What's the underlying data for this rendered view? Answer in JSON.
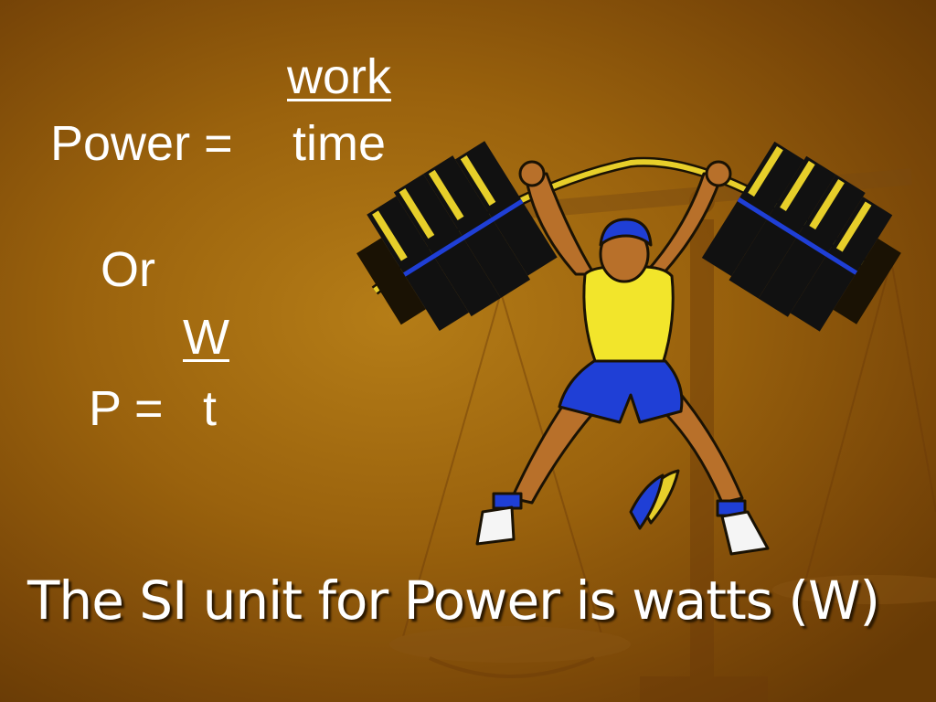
{
  "slide": {
    "formula_1": {
      "numerator": "work",
      "left": "Power =",
      "denominator": "time"
    },
    "or_label": "Or",
    "formula_2": {
      "numerator": "W",
      "left": "P =",
      "denominator": "t"
    },
    "caption": "The SI unit for Power is watts (W)"
  },
  "colors": {
    "background": "#9a620d",
    "text": "#ffffff",
    "caption_shadow": "#2b1800",
    "shirt": "#f2e52b",
    "shorts": "#1f3fd6",
    "skin": "#b8702a"
  },
  "illustration": {
    "subject": "weightlifter-holding-barbell",
    "background": "balance-scale"
  }
}
